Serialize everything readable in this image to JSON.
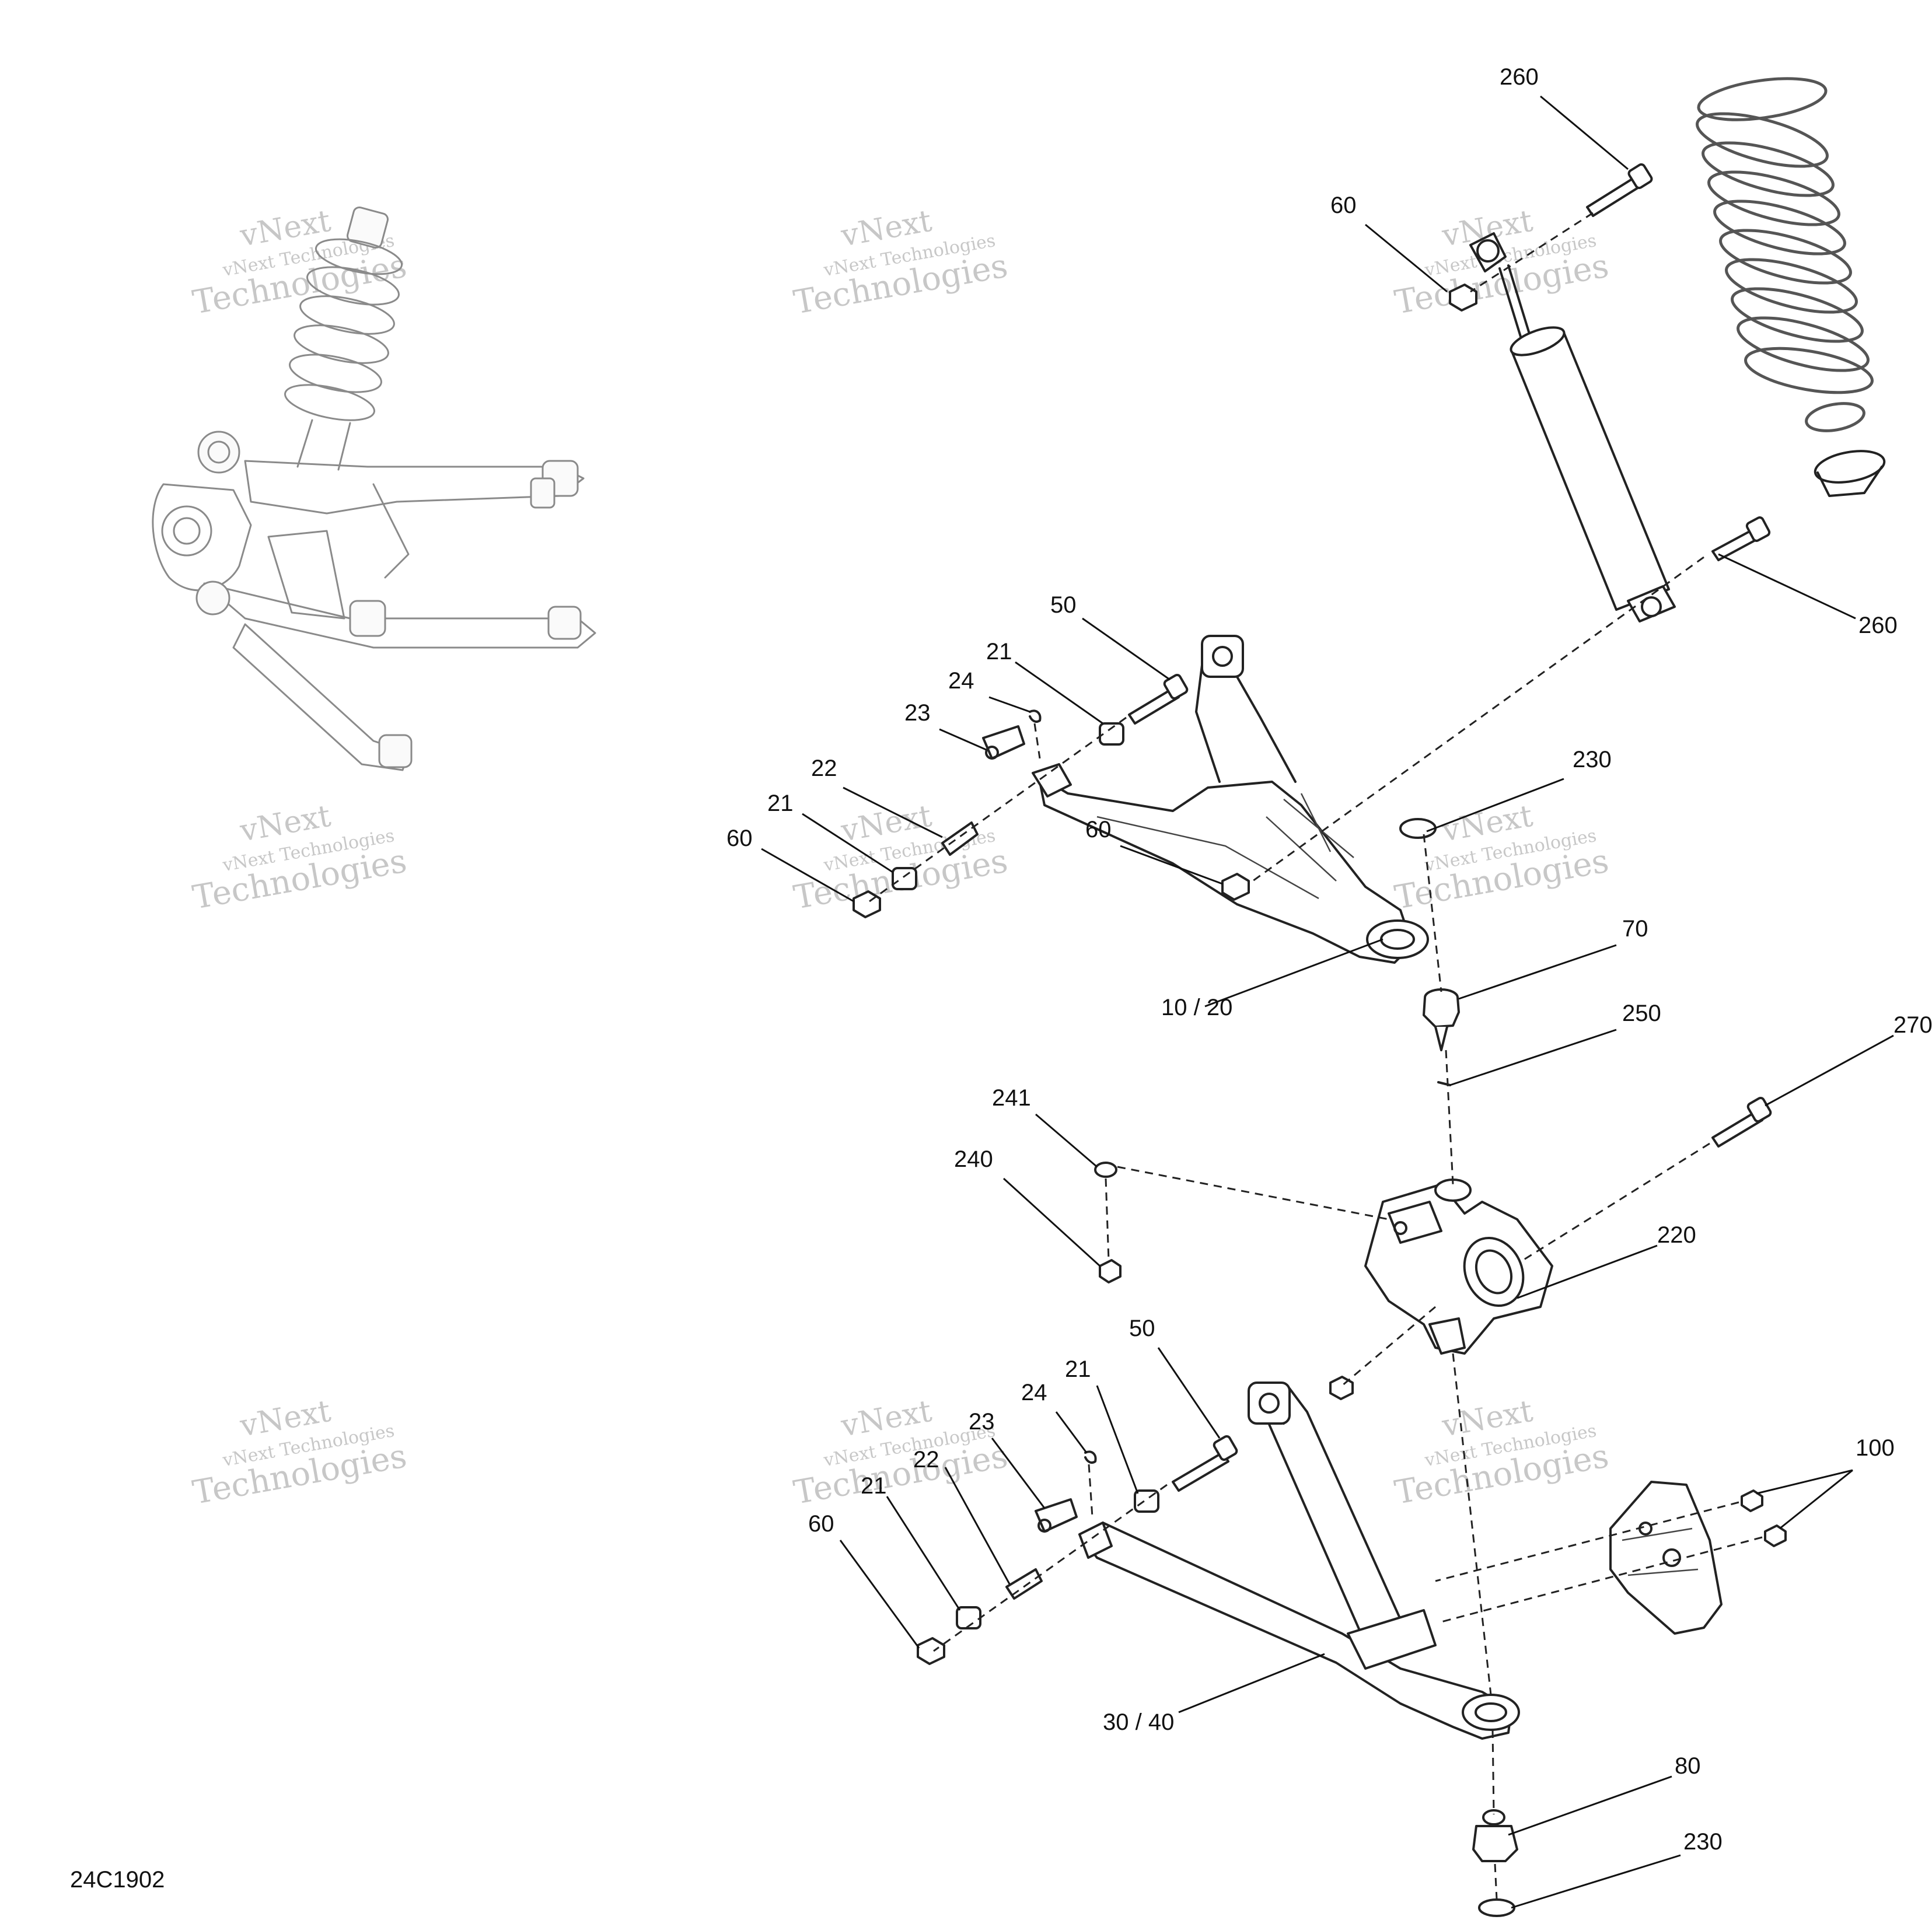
{
  "drawing_code": "24C1902",
  "watermark": {
    "line1": "vNext",
    "line2": "vNext Technologies",
    "line3": "Technologies"
  },
  "callouts": {
    "c260a": "260",
    "c60a": "60",
    "c260b": "260",
    "c50a": "50",
    "c21a": "21",
    "c24a": "24",
    "c23a": "23",
    "c22a": "22",
    "c21b": "21",
    "c60b": "60",
    "c60c": "60",
    "c230a": "230",
    "c1020": "10 / 20",
    "c70": "70",
    "c250": "250",
    "c270": "270",
    "c241": "241",
    "c240": "240",
    "c220": "220",
    "c50b": "50",
    "c21c": "21",
    "c24b": "24",
    "c23b": "23",
    "c22b": "22",
    "c21d": "21",
    "c60d": "60",
    "c100": "100",
    "c3040": "30 / 40",
    "c80": "80",
    "c230b": "230"
  }
}
